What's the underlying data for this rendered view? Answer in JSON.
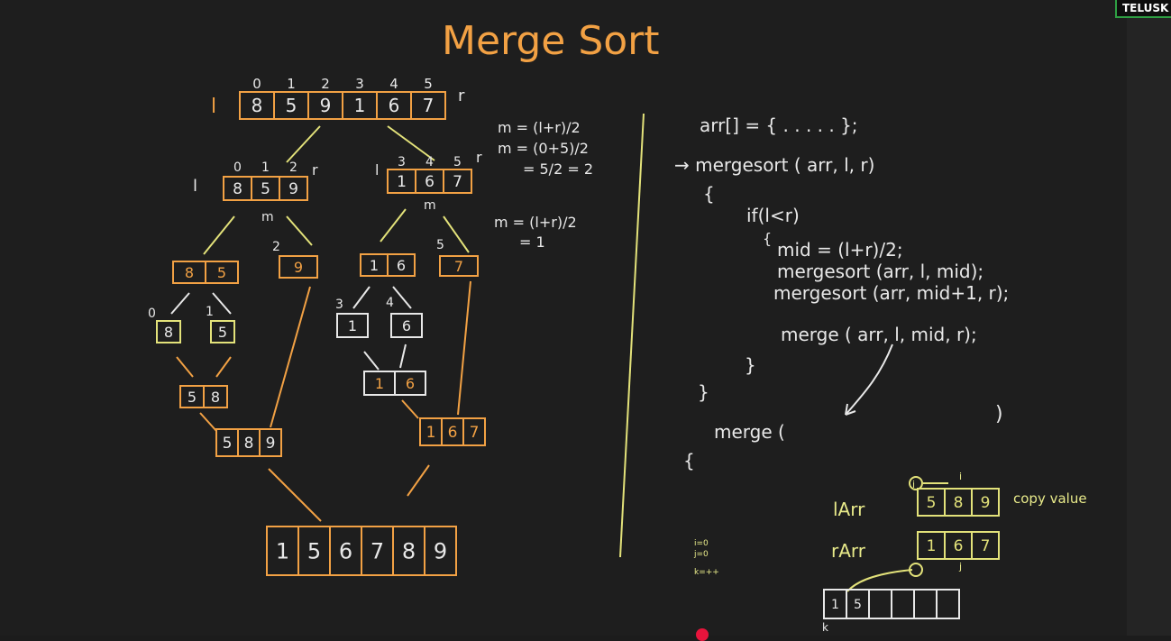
{
  "title": "Merge Sort",
  "logo": "TELUSK",
  "top_array": {
    "indices": [
      "0",
      "1",
      "2",
      "3",
      "4",
      "5"
    ],
    "values": [
      "8",
      "5",
      "9",
      "1",
      "6",
      "7"
    ],
    "left_label": "l",
    "right_label": "r"
  },
  "left_half": {
    "indices": [
      "0",
      "1",
      "2"
    ],
    "values": [
      "8",
      "5",
      "9"
    ],
    "l": "l",
    "r": "r",
    "m": "m"
  },
  "right_half": {
    "indices": [
      "3",
      "4",
      "5"
    ],
    "values": [
      "1",
      "6",
      "7"
    ],
    "l": "l",
    "r": "r",
    "m": "m"
  },
  "level2": {
    "a": [
      "8",
      "5"
    ],
    "b": [
      "9"
    ],
    "c": [
      "1",
      "6"
    ],
    "d": [
      "7"
    ],
    "b_index": "2",
    "d_index": "5"
  },
  "level3": {
    "a": [
      "8"
    ],
    "b": [
      "5"
    ],
    "c": [
      "1"
    ],
    "d": [
      "6"
    ],
    "a_index": "0",
    "b_index": "1",
    "c_index": "3",
    "d_index": "4"
  },
  "merged_pairs": {
    "left": [
      "5",
      "8"
    ],
    "right": [
      "1",
      "6"
    ]
  },
  "merged_triples": {
    "left": [
      "5",
      "8",
      "9"
    ],
    "right": [
      "1",
      "6",
      "7"
    ]
  },
  "final_array": [
    "1",
    "5",
    "6",
    "7",
    "8",
    "9"
  ],
  "mid_notes": [
    "m = (l+r)/2",
    "m = (0+5)/2",
    "= 5/2 = 2",
    "m = (l+r)/2",
    "= 1"
  ],
  "code": [
    "arr[] = { . . . . . };",
    "→ mergesort ( arr, l, r)",
    "{",
    "if(l<r)",
    "{",
    "mid = (l+r)/2;",
    "mergesort (arr, l, mid);",
    "mergesort (arr, mid+1, r);",
    "merge ( arr, l, mid, r);",
    "}",
    "}",
    "merge (",
    ")",
    "{"
  ],
  "merge_diagram": {
    "larr_label": "lArr",
    "rarr_label": "rArr",
    "larr": [
      "5",
      "8",
      "9"
    ],
    "rarr": [
      "1",
      "6",
      "7"
    ],
    "copy_note": "copy value",
    "i_label": "i",
    "j_label": "j",
    "k_label": "k",
    "counters": [
      "i=0",
      "j=0",
      "k=++"
    ],
    "output": [
      "1",
      "5",
      "",
      "",
      "",
      ""
    ]
  },
  "colors": {
    "orange": "#f2a144",
    "yellow": "#e8ea8a",
    "white": "#e8e8e8",
    "background": "#1e1e1e"
  }
}
